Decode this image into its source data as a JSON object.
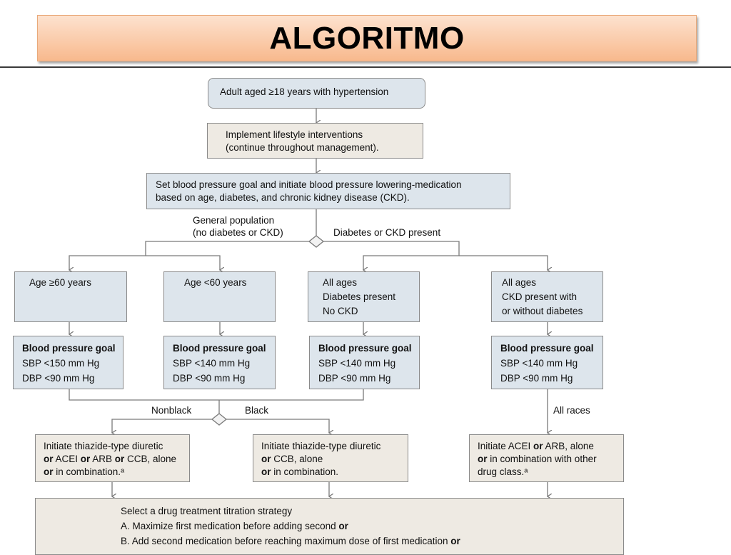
{
  "header": {
    "title": "ALGORITMO"
  },
  "flow": {
    "start": "Adult aged ≥18 years with hypertension",
    "lifestyle": [
      "Implement lifestyle interventions",
      "(continue throughout management)."
    ],
    "set_goal": [
      "Set blood pressure goal and initiate blood pressure lowering-medication",
      "based on age, diabetes, and chronic kidney disease (CKD)."
    ],
    "branch_general": [
      "General population",
      "(no diabetes or CKD)"
    ],
    "branch_diabetes": "Diabetes or CKD present",
    "groups": [
      {
        "lines": [
          "Age ≥60 years"
        ]
      },
      {
        "lines": [
          "Age <60 years"
        ]
      },
      {
        "lines": [
          "All ages",
          "Diabetes present",
          "No CKD"
        ]
      },
      {
        "lines": [
          "All ages",
          "CKD present with",
          "or without diabetes"
        ]
      }
    ],
    "goals": [
      {
        "heading": "Blood pressure goal",
        "sbp": "SBP <150 mm Hg",
        "dbp": "DBP <90 mm Hg"
      },
      {
        "heading": "Blood pressure goal",
        "sbp": "SBP <140 mm Hg",
        "dbp": "DBP <90 mm Hg"
      },
      {
        "heading": "Blood pressure goal",
        "sbp": "SBP <140 mm Hg",
        "dbp": "DBP <90 mm Hg"
      },
      {
        "heading": "Blood pressure goal",
        "sbp": "SBP <140 mm Hg",
        "dbp": "DBP <90 mm Hg"
      }
    ],
    "branch_nonblack": "Nonblack",
    "branch_black": "Black",
    "branch_all_races": "All races",
    "treatments": {
      "nonblack": {
        "l1a": "Initiate thiazide-type diuretic",
        "l2a": "or",
        "l2b": " ACEI ",
        "l2c": "or",
        "l2d": " ARB ",
        "l2e": "or",
        "l2f": " CCB, alone",
        "l3a": "or",
        "l3b": " in combination.ᵃ"
      },
      "black": {
        "l1a": "Initiate thiazide-type diuretic",
        "l2a": "or",
        "l2b": " CCB, alone",
        "l3a": "or",
        "l3b": " in combination."
      },
      "ckd": {
        "l1a": "Initiate ACEI ",
        "l1b": "or",
        "l1c": " ARB, alone",
        "l2a": "or",
        "l2b": " in combination with other",
        "l3a": "drug class.ᵃ"
      }
    },
    "titration": {
      "heading": "Select a drug treatment titration strategy",
      "a_text": "A. Maximize first medication before adding second ",
      "a_or": "or",
      "b_text": "B. Add second medication before reaching maximum dose of first medication ",
      "b_or": "or"
    }
  }
}
